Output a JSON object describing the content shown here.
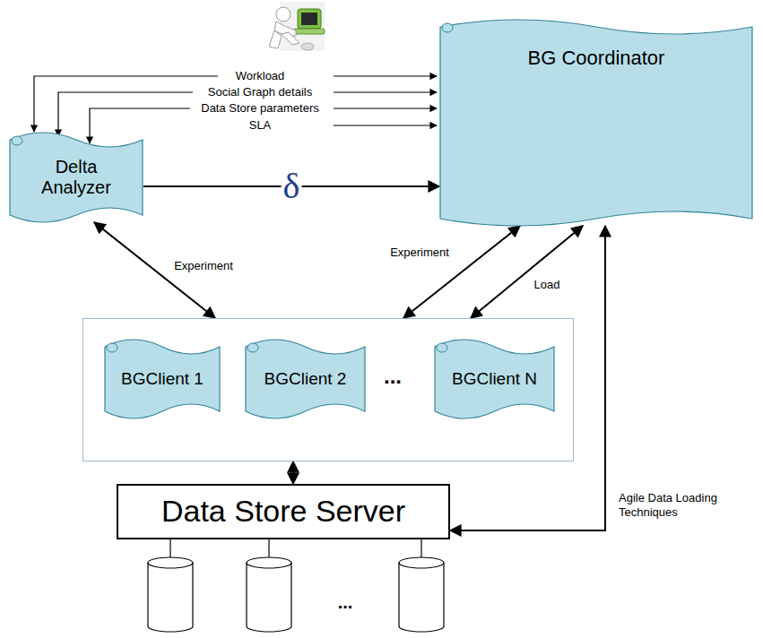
{
  "diagram": {
    "nodes": [
      {
        "text": [
          "BG Coordinator"
        ]
      },
      {
        "text": [
          "Delta Analyzer"
        ]
      },
      {
        "text": [
          "..."
        ]
      },
      {
        "text": [
          "BGClient 1"
        ],
        "in": 2
      },
      {
        "text": [
          "BGClient 2"
        ],
        "in": 2
      },
      {
        "text": [
          "BGClient N"
        ],
        "in": 2
      },
      {
        "text": [
          "Data Store Server"
        ]
      }
    ],
    "edges": [
      {
        "from": 1,
        "to": 0,
        "label": "δ",
        "arrow": "to"
      },
      {
        "from": 1,
        "to": 2,
        "label": "Experiment",
        "arrow": "both"
      },
      {
        "from": 2,
        "to": 0,
        "label": "Experiment",
        "arrow": "both"
      },
      {
        "from": 2,
        "to": 0,
        "label": "Load",
        "arrow": "both"
      },
      {
        "from": 2,
        "to": 6,
        "arrow": "both"
      },
      {
        "from": 6,
        "to": 0,
        "label": "Agile Data Loading Techniques",
        "arrow": "both"
      }
    ],
    "labels": [
      "Workload",
      "Social Graph details",
      "Data Store parameters",
      "SLA",
      "..."
    ]
  }
}
